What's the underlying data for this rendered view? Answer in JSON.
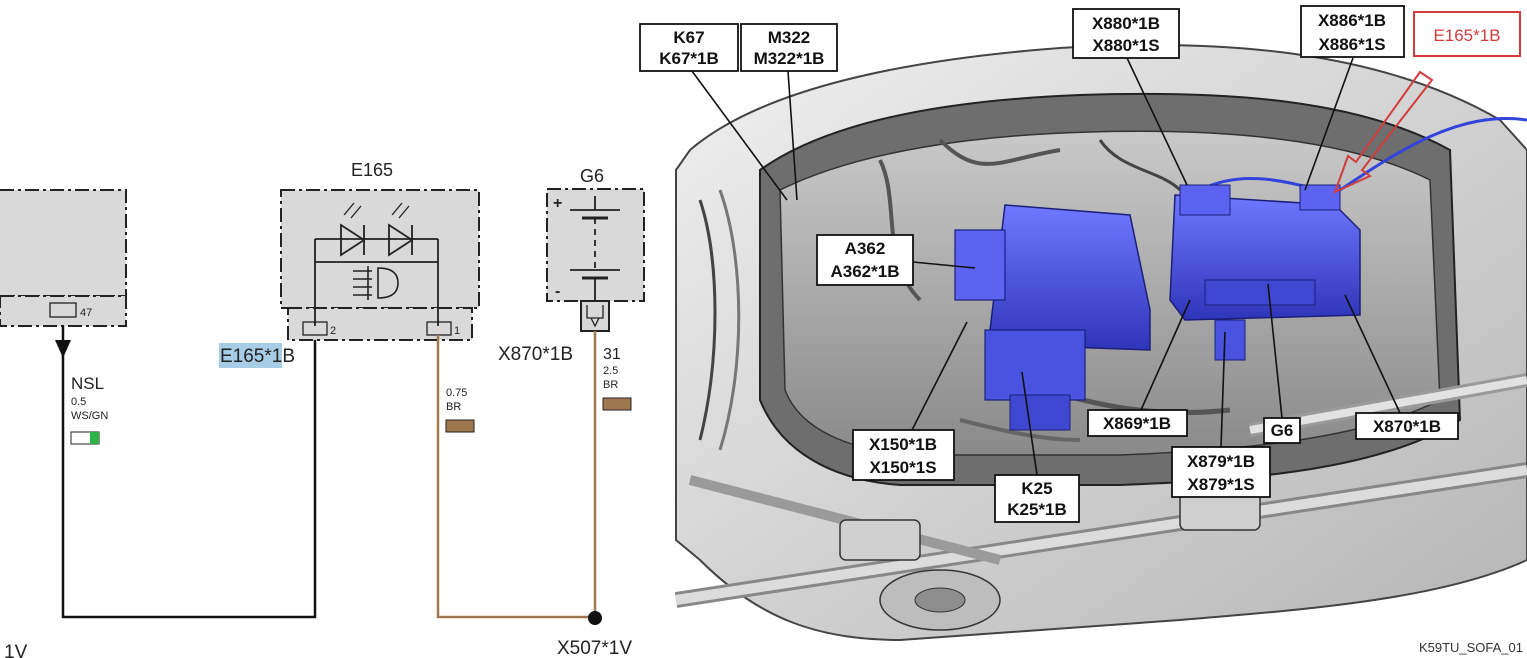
{
  "wiring_diagram": {
    "left_component": {
      "pin": "47",
      "wire": {
        "name": "NSL",
        "gauge": "0.5",
        "color_code": "WS/GN"
      }
    },
    "e165": {
      "name": "E165",
      "pin_left": "2",
      "pin_right": "1",
      "connector": "E165*1B",
      "wire": {
        "gauge": "0.75",
        "color_code": "BR"
      }
    },
    "g6": {
      "name": "G6",
      "plus": "+",
      "minus": "-",
      "connector": "X870*1B",
      "wire": {
        "name": "31",
        "gauge": "2.5",
        "color_code": "BR"
      }
    },
    "splice": "X507*1V",
    "edge_label": "1V",
    "colors": {
      "brown": "#a07850",
      "green": "#2db34a",
      "highlight": "#a7cde6",
      "box_fill": "#d9d9d9"
    }
  },
  "location_view": {
    "callouts": {
      "k67": [
        "K67",
        "K67*1B"
      ],
      "m322": [
        "M322",
        "M322*1B"
      ],
      "x880": [
        "X880*1B",
        "X880*1S"
      ],
      "x886": [
        "X886*1B",
        "X886*1S"
      ],
      "e165": [
        "E165*1B"
      ],
      "a362": [
        "A362",
        "A362*1B"
      ],
      "x869": [
        "X869*1B"
      ],
      "g6": [
        "G6"
      ],
      "x870": [
        "X870*1B"
      ],
      "x150": [
        "X150*1B",
        "X150*1S"
      ],
      "k25": [
        "K25",
        "K25*1B"
      ],
      "x879": [
        "X879*1B",
        "X879*1S"
      ]
    },
    "image_id": "K59TU_SOFA_01",
    "colors": {
      "module_blue": "#4b55e0",
      "highlight_red": "#d23c3c"
    }
  }
}
